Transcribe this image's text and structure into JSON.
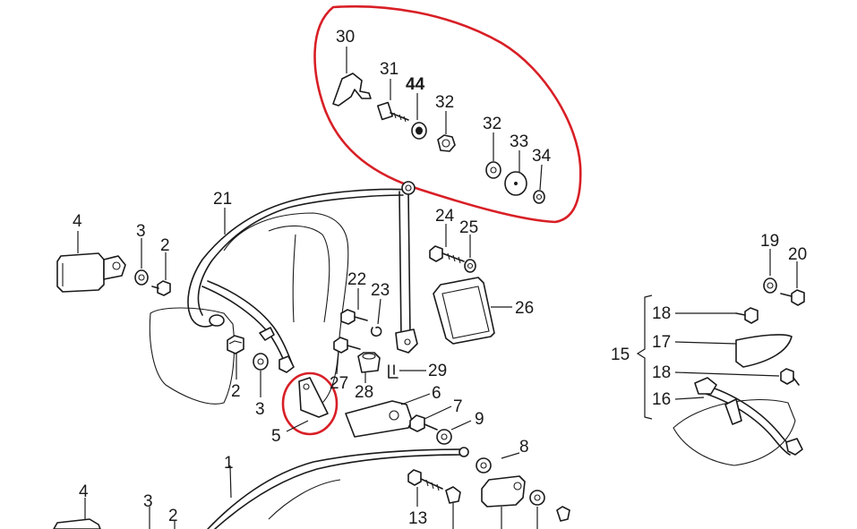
{
  "labels": {
    "p30": "30",
    "p31": "31",
    "p44": "44",
    "p32a": "32",
    "p32b": "32",
    "p33": "33",
    "p34": "34",
    "p4a": "4",
    "p3a": "3",
    "p2a": "2",
    "p21": "21",
    "p22": "22",
    "p23": "23",
    "p24": "24",
    "p25": "25",
    "p26": "26",
    "p2b": "2",
    "p3b": "3",
    "p27": "27",
    "p28": "28",
    "p29": "29",
    "p5": "5",
    "p6": "6",
    "p7": "7",
    "p9": "9",
    "p8": "8",
    "p1": "1",
    "p4b": "4",
    "p3c": "3",
    "p2c": "2",
    "p13": "13",
    "p19": "19",
    "p20": "20",
    "p18a": "18",
    "p17": "17",
    "p15": "15",
    "p18b": "18",
    "p16": "16"
  },
  "highlight_color": "#d81f26",
  "line_color": "#1a1a1a"
}
